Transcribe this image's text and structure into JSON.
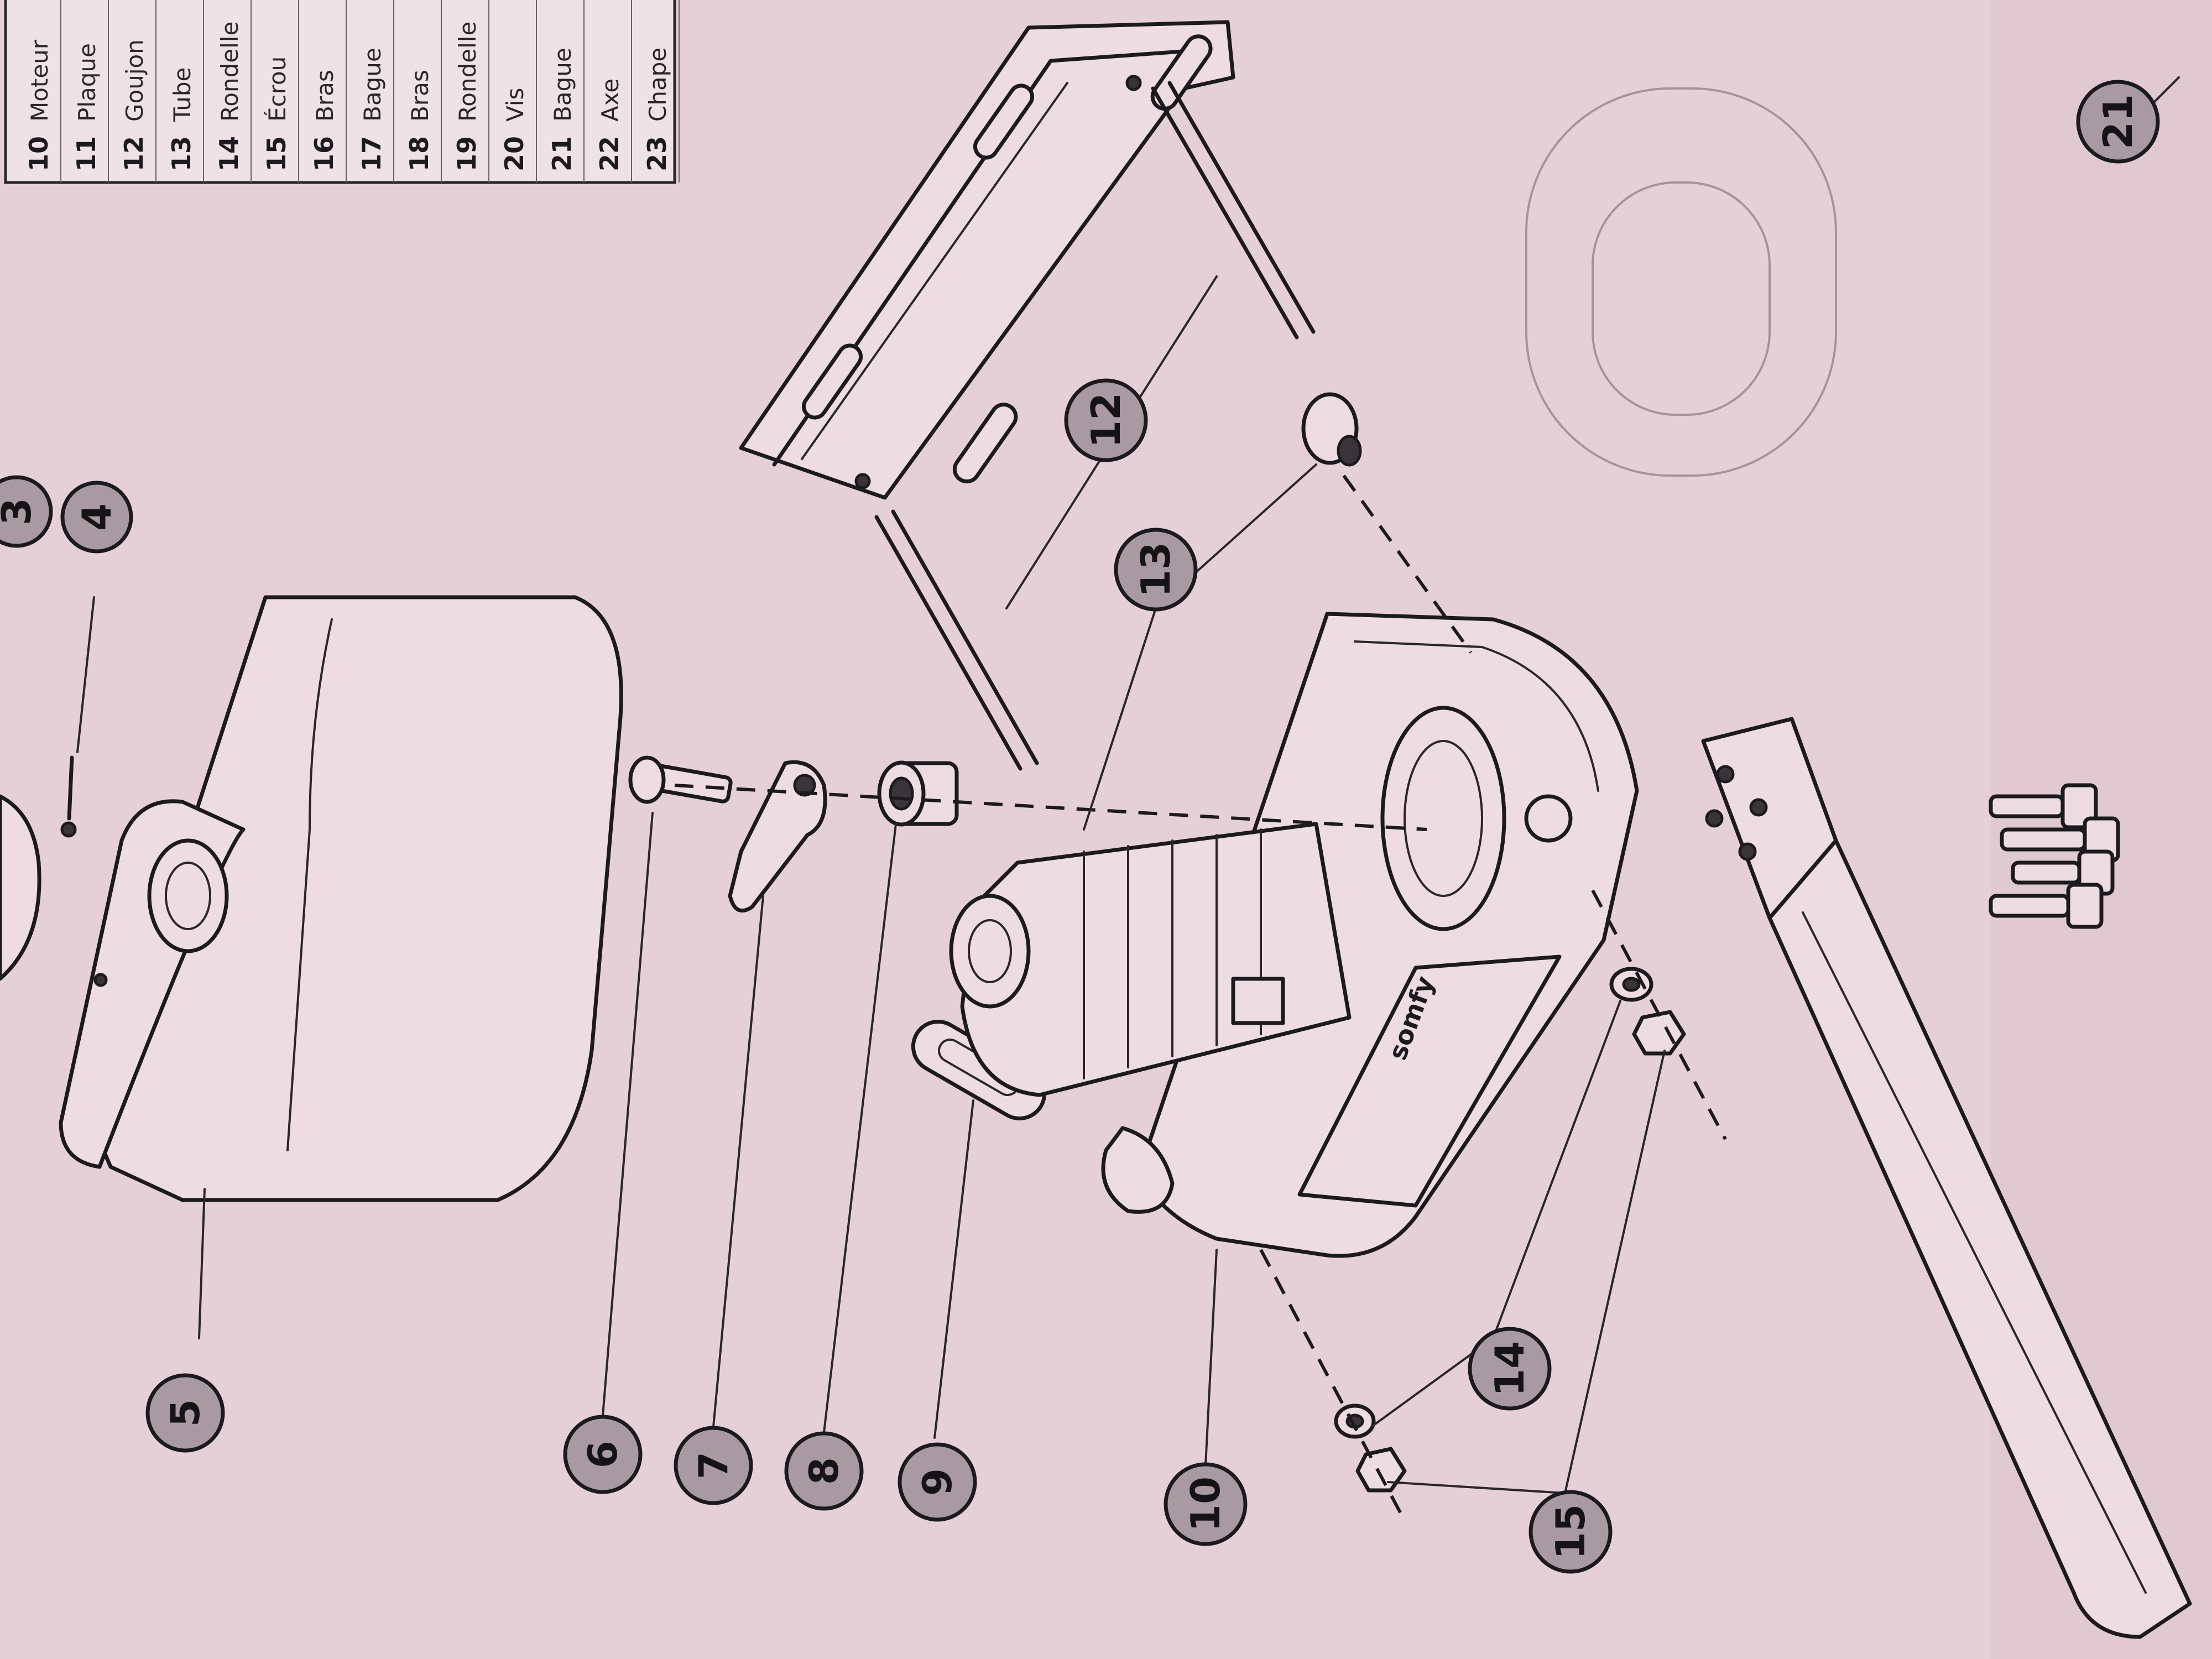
{
  "legend": {
    "rows": [
      {
        "number": "10",
        "text": "Moteur"
      },
      {
        "number": "11",
        "text": "Plaque"
      },
      {
        "number": "12",
        "text": "Goujon"
      },
      {
        "number": "13",
        "text": "Tube"
      },
      {
        "number": "14",
        "text": "Rondelle"
      },
      {
        "number": "15",
        "text": "Écrou"
      },
      {
        "number": "16",
        "text": "Bras"
      },
      {
        "number": "17",
        "text": "Bague"
      },
      {
        "number": "18",
        "text": "Bras"
      },
      {
        "number": "19",
        "text": "Rondelle"
      },
      {
        "number": "20",
        "text": "Vis"
      },
      {
        "number": "21",
        "text": "Bague"
      },
      {
        "number": "22",
        "text": "Axe"
      },
      {
        "number": "23",
        "text": "Chape"
      }
    ]
  },
  "callouts": {
    "c3": "3",
    "c4": "4",
    "c5": "5",
    "c6": "6",
    "c7": "7",
    "c8": "8",
    "c9": "9",
    "c10": "10",
    "c12": "12",
    "c13": "13",
    "c14": "14",
    "c15": "15",
    "c21": "21"
  },
  "brand_label": "somfy"
}
